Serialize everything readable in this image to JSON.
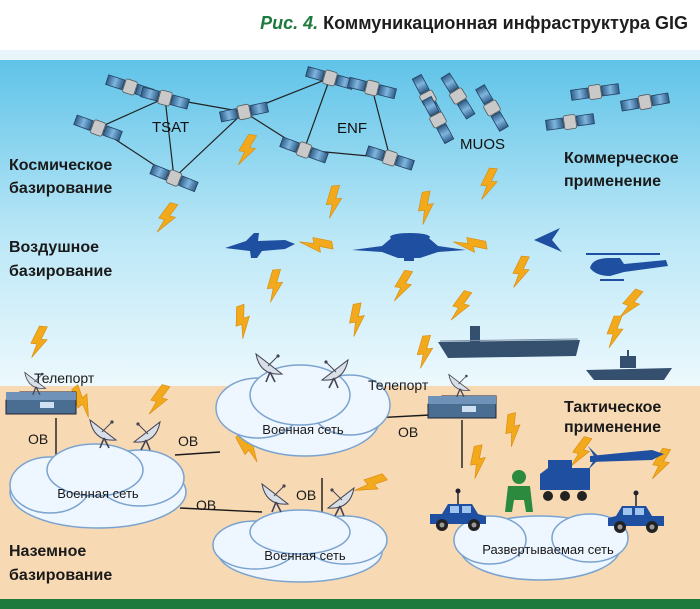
{
  "caption": {
    "figure_number": "Рис. 4.",
    "title": "Коммуникационная инфраструктура GIG"
  },
  "tiers": {
    "space_line1": "Космическое",
    "space_line2": "базирование",
    "air_line1": "Воздушное",
    "air_line2": "базирование",
    "ground_line1": "Наземное",
    "ground_line2": "базирование",
    "commercial_line1": "Коммерческое",
    "commercial_line2": "применение",
    "tactical_line1": "Тактическое",
    "tactical_line2": "применение"
  },
  "constellations": {
    "tsat": "TSAT",
    "enf": "ENF",
    "muos": "MUOS"
  },
  "network": {
    "teleport": "Телепорт",
    "ob": "ОВ",
    "military_net": "Военная сеть",
    "deployable_net": "Развертываемая сеть"
  },
  "colors": {
    "sky_top": "#5fc3e8",
    "sky_bottom": "#e4f5fc",
    "ground": "#f7d9b4",
    "vehicle_blue": "#1f4fa0",
    "lightning": "#f2a91c",
    "accent_green": "#1c7a3c",
    "cloud_fill": "#eef6ff",
    "cloud_stroke": "#7aa3cf"
  },
  "icons": [
    "satellite-icon",
    "fighter-jet-icon",
    "awacs-plane-icon",
    "stealth-bomber-icon",
    "helicopter-icon",
    "aircraft-carrier-icon",
    "warship-icon",
    "missile-icon",
    "satellite-dish-icon",
    "teleport-station-icon",
    "armored-car-icon",
    "soldier-icon",
    "mobile-launcher-icon",
    "lightning-icon",
    "cloud-icon"
  ]
}
